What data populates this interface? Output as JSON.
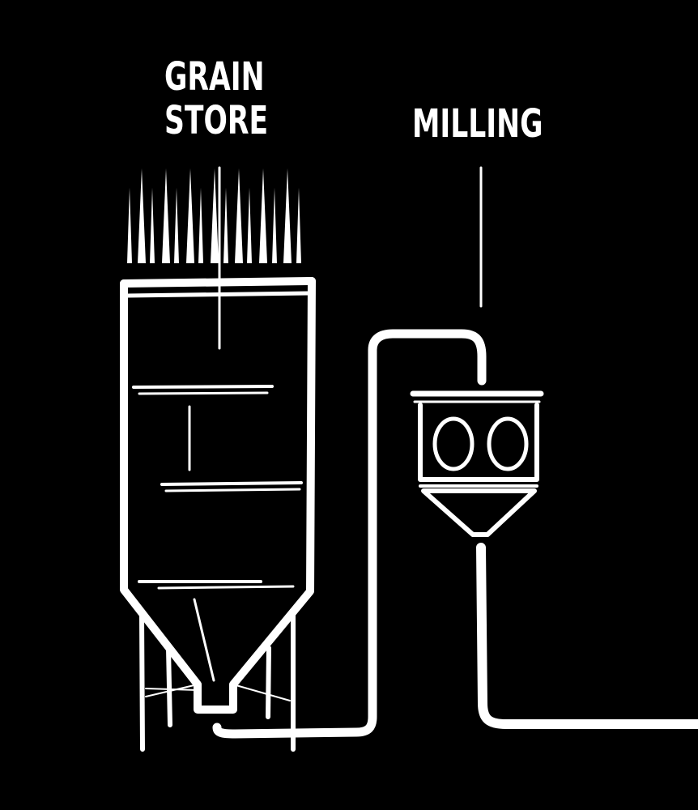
{
  "labels": {
    "grain_line1": "GRAIN",
    "grain_line2": "STORE",
    "milling": "MILLING"
  },
  "colors": {
    "background": "#000000",
    "ink": "#ffffff"
  }
}
